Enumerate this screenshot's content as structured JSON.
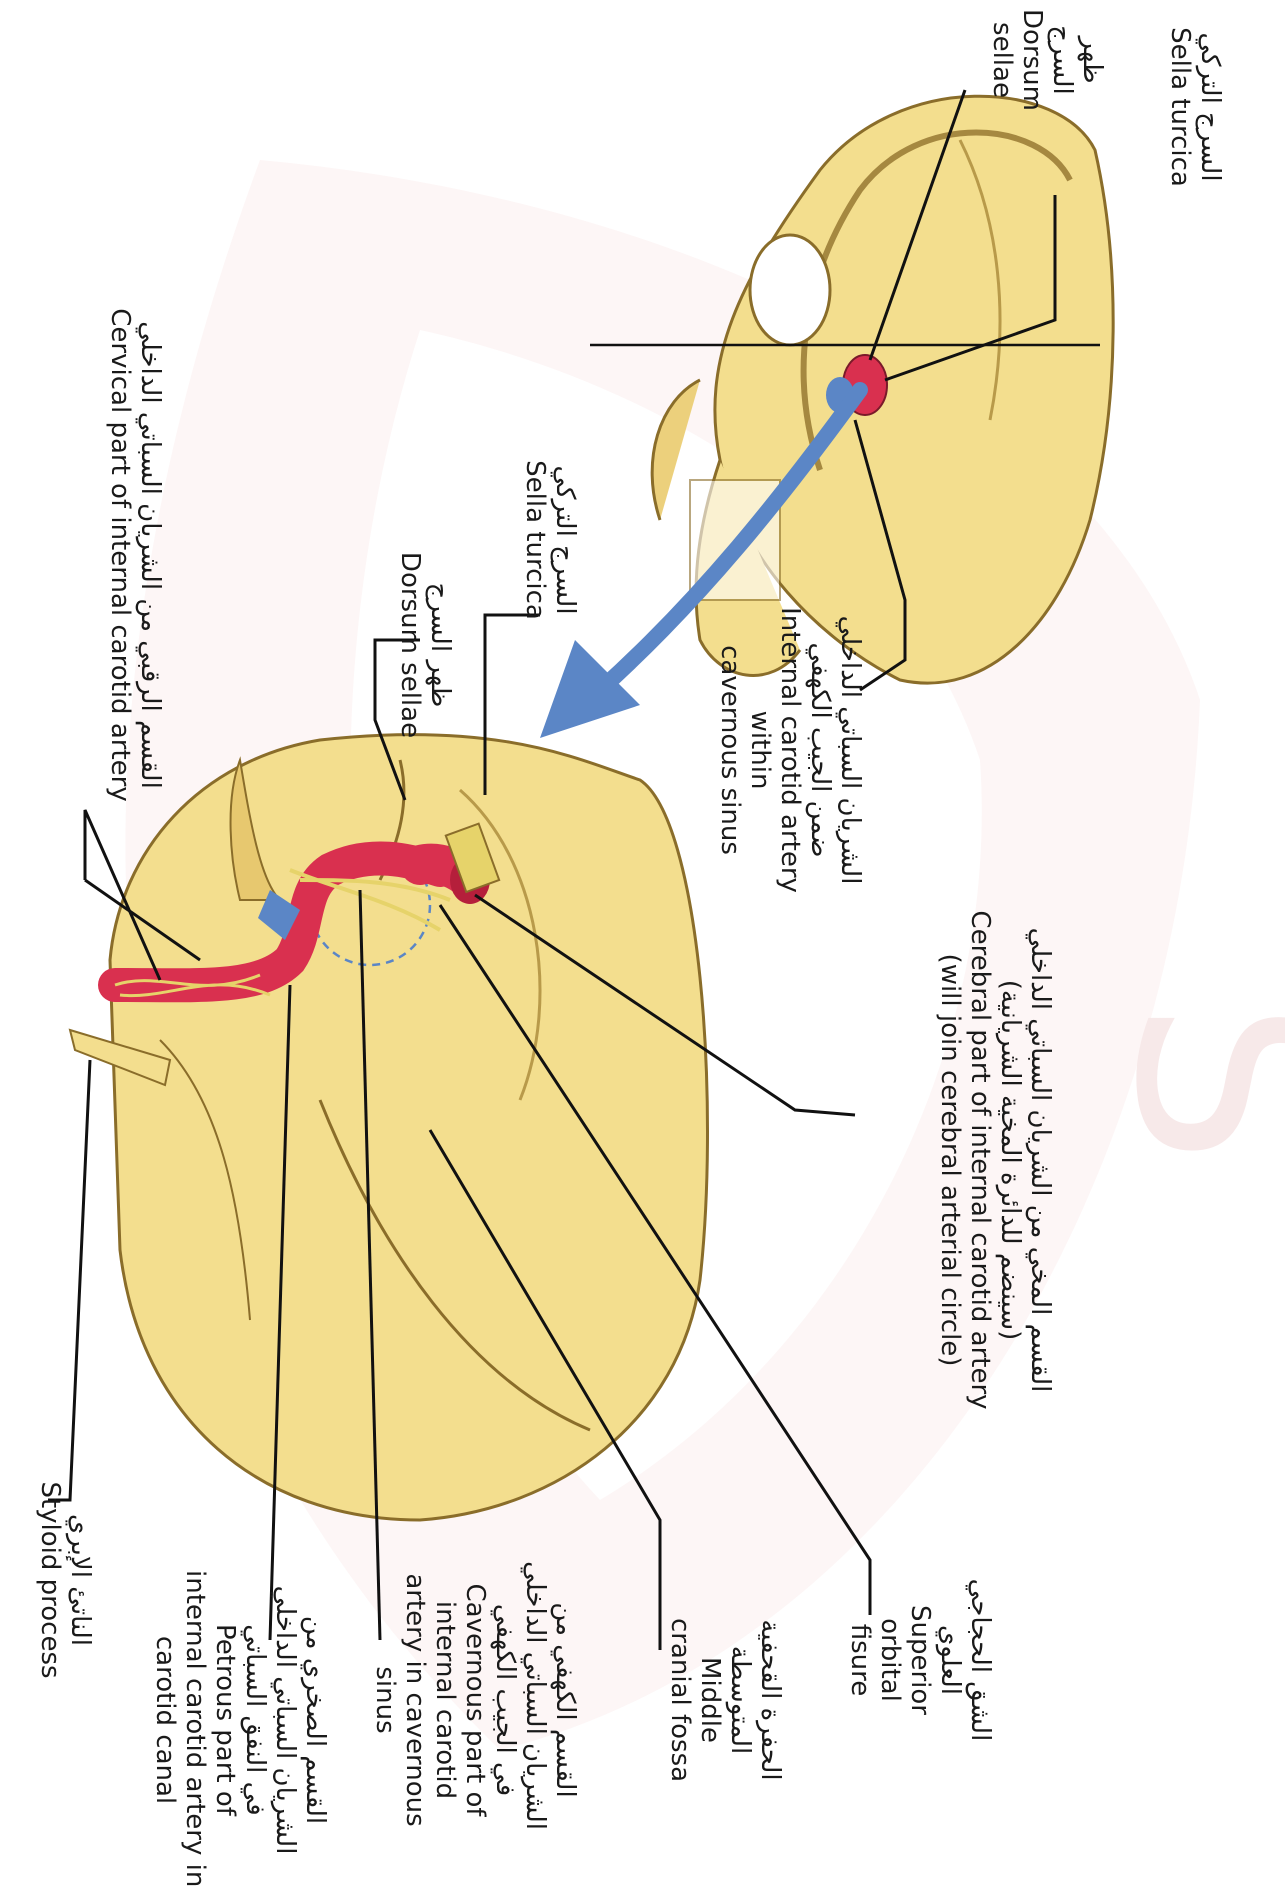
{
  "labels": {
    "top_sella": {
      "ar": "السرج التركي",
      "en": "Sella turcica"
    },
    "top_dorsum": {
      "ar1": "ظهر",
      "ar2": "السرج",
      "en1": "Dorsum",
      "en2": "sellae"
    },
    "ica_cavernous_top": {
      "ar1": "الشريان السباتي الداخلي",
      "ar2": "ضمن الجيب الكهفي",
      "en1": "Internal carotid artery",
      "en2": "within",
      "en3": "cavernous sinus"
    },
    "cerebral_part": {
      "ar1": "القسم المخي من الشريان السباتي الداخلي",
      "ar2": "(سينضم للدائرة المخية الشريانية)",
      "en1": "Cerebral part of internal carotid artery",
      "en2": "(will join cerebral arterial circle)"
    },
    "mid_sella": {
      "ar": "السرج التركي",
      "en": "Sella turcica"
    },
    "mid_dorsum": {
      "ar": "ظهر السرج",
      "en": "Dorsum sellae"
    },
    "cervical_part": {
      "ar": "القسم الرقبي من الشريان السباتي الداخلي",
      "en": "Cervical part of internal carotid artery"
    },
    "superior_orbital": {
      "ar1": "الشق الحجاجي",
      "ar2": "العلوي",
      "en1": "Superior",
      "en2": "orbital",
      "en3": "fisure"
    },
    "middle_fossa": {
      "ar1": "الحفرة القحفية",
      "ar2": "المتوسطة",
      "en1": "Middle",
      "en2": "cranial fossa"
    },
    "cavernous_part": {
      "ar1": "القسم الكهفي من",
      "ar2": "الشريان السباتي الداخلي",
      "ar3": "في الجيب الكهفي",
      "en1": "Cavernous part of",
      "en2": "internal carotid",
      "en3": "artery in cavernous",
      "en4": "sinus"
    },
    "petrous_part": {
      "ar1": "القسم الصخري من",
      "ar2": "الشريان السباتي الداخلي",
      "ar3": "في النفق السباتي",
      "en1": "Petrous part of",
      "en2": "internal carotid artery in",
      "en3": "carotid canal"
    },
    "styloid": {
      "ar": "الناتئ الإبري",
      "en": "Styloid process"
    }
  },
  "colors": {
    "bone": "#f3de8e",
    "bone_dark": "#c9a94e",
    "artery": "#d9304f",
    "nerve": "#e6d36a",
    "arrow": "#5b86c6",
    "watermark": "#f6e3e3"
  }
}
